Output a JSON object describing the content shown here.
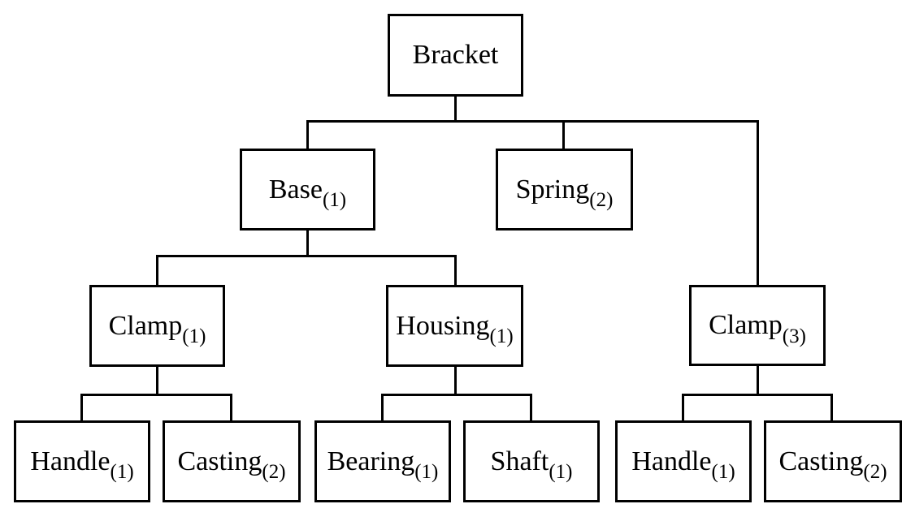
{
  "diagram": {
    "type": "tree",
    "description": "Product structure tree (bill of materials) for assembly Bracket; subscripts are quantities per parent",
    "colors": {
      "line": "#000000",
      "text": "#000000",
      "background": "#ffffff"
    },
    "nodes": {
      "bracket": {
        "name": "Bracket",
        "qty": ""
      },
      "base": {
        "name": "Base",
        "qty": "(1)"
      },
      "spring": {
        "name": "Spring",
        "qty": "(2)"
      },
      "clamp_left": {
        "name": "Clamp",
        "qty": "(1)"
      },
      "housing": {
        "name": "Housing",
        "qty": "(1)"
      },
      "clamp_right": {
        "name": "Clamp",
        "qty": "(3)"
      },
      "handle_left": {
        "name": "Handle",
        "qty": "(1)"
      },
      "casting_left": {
        "name": "Casting",
        "qty": "(2)"
      },
      "bearing": {
        "name": "Bearing",
        "qty": "(1)"
      },
      "shaft": {
        "name": "Shaft",
        "qty": "(1)"
      },
      "handle_right": {
        "name": "Handle",
        "qty": "(1)"
      },
      "casting_right": {
        "name": "Casting",
        "qty": "(2)"
      }
    },
    "tree": {
      "label": "Bracket",
      "children": [
        {
          "label": "Base",
          "qty": 1,
          "children": [
            {
              "label": "Clamp",
              "qty": 1,
              "children": [
                {
                  "label": "Handle",
                  "qty": 1,
                  "children": []
                },
                {
                  "label": "Casting",
                  "qty": 2,
                  "children": []
                }
              ]
            },
            {
              "label": "Housing",
              "qty": 1,
              "children": [
                {
                  "label": "Bearing",
                  "qty": 1,
                  "children": []
                },
                {
                  "label": "Shaft",
                  "qty": 1,
                  "children": []
                }
              ]
            }
          ]
        },
        {
          "label": "Spring",
          "qty": 2,
          "children": []
        },
        {
          "label": "Clamp",
          "qty": 3,
          "children": [
            {
              "label": "Handle",
              "qty": 1,
              "children": []
            },
            {
              "label": "Casting",
              "qty": 2,
              "children": []
            }
          ]
        }
      ]
    }
  }
}
